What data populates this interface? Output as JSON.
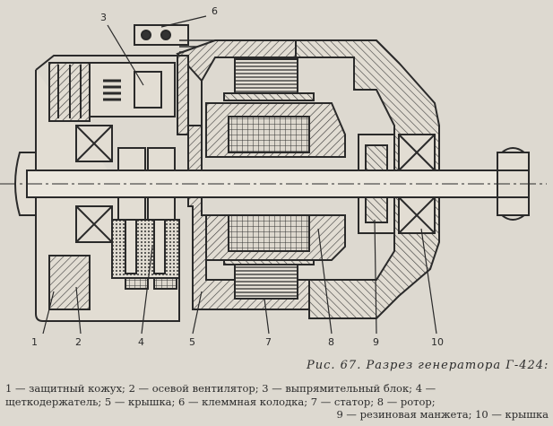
{
  "figure": {
    "callouts": {
      "c1": "1",
      "c2": "2",
      "c3": "3",
      "c4": "4",
      "c5": "5",
      "c6": "6",
      "c7": "7",
      "c8": "8",
      "c9": "9",
      "c10": "10"
    },
    "caption_title": "Рис. 67. Разрез генератора Г-424:",
    "legend": {
      "line1": "1 — защитный кожух; 2 — осевой вентилятор; 3 — выпрямительный блок; 4 —",
      "line2": "щеткодержатель; 5 — крышка; 6 — клеммная колодка; 7 — статор; 8 — ротор;",
      "line3": "9 — резиновая манжета; 10 — крышка"
    }
  }
}
